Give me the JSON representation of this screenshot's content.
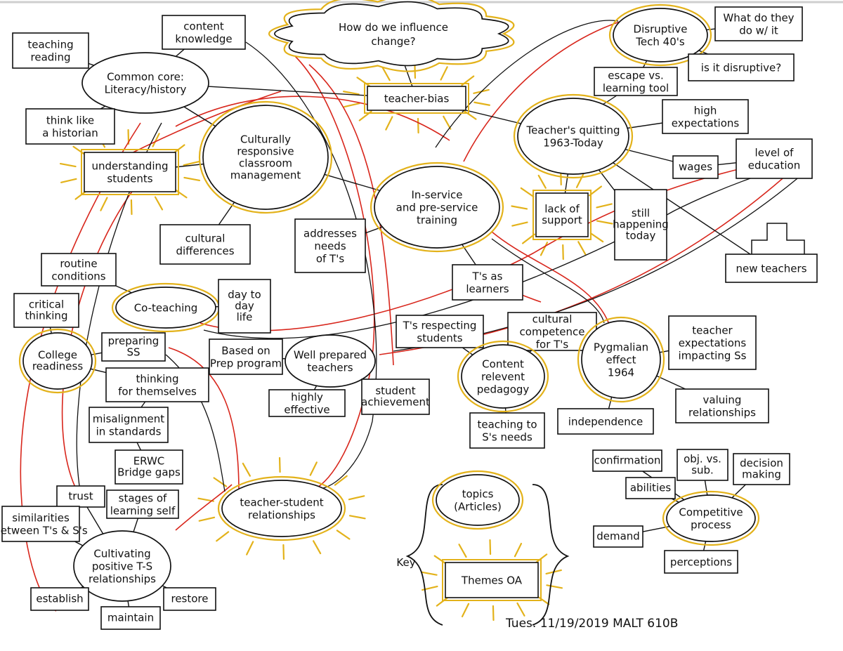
{
  "colors": {
    "ink": "#111111",
    "red": "#d8261c",
    "gold": "#e3b21a"
  },
  "nodes": {
    "center_question": [
      "How do we influence",
      "change?"
    ],
    "teaching_reading": [
      "teaching",
      "reading"
    ],
    "content_knowledge": [
      "content",
      "knowledge"
    ],
    "common_core": [
      "Common core:",
      "Literacy/history"
    ],
    "think_historian": [
      "think like",
      "a historian"
    ],
    "understanding_students": [
      "understanding",
      "students"
    ],
    "culturally_responsive": [
      "Culturally",
      "responsive",
      "classroom",
      "management"
    ],
    "teacher_bias": [
      "teacher-bias"
    ],
    "disruptive_tech": [
      "Disruptive",
      "Tech 40's"
    ],
    "what_do_they_do": [
      "What do they",
      "do w/ it"
    ],
    "escape_vs_learning": [
      "escape vs.",
      "learning tool"
    ],
    "is_it_disruptive": [
      "is it disruptive?"
    ],
    "teachers_quitting": [
      "Teacher's quitting",
      "1963-Today"
    ],
    "high_expectations": [
      "high",
      "expectations"
    ],
    "wages": [
      "wages"
    ],
    "level_of_education": [
      "level of",
      "education"
    ],
    "inservice_training": [
      "In-service",
      "and pre-service",
      "training"
    ],
    "lack_of_support": [
      "lack of",
      "support"
    ],
    "still_happening": [
      "still",
      "happening",
      "today"
    ],
    "new_teachers": [
      "new teachers"
    ],
    "cultural_differences": [
      "cultural",
      "differences"
    ],
    "addresses_needs": [
      "addresses",
      "needs",
      "of T's"
    ],
    "routine_conditions": [
      "routine",
      "conditions"
    ],
    "co_teaching": [
      "Co-teaching"
    ],
    "day_to_day": [
      "day to",
      "day",
      "life"
    ],
    "ts_as_learners": [
      "T's as",
      "learners"
    ],
    "critical_thinking": [
      "critical",
      "thinking"
    ],
    "college_readiness": [
      "College",
      "readiness"
    ],
    "preparing_ss": [
      "preparing",
      "SS"
    ],
    "thinking_for_themselves": [
      "thinking",
      "for themselves"
    ],
    "based_on_prep": [
      "Based on",
      "Prep program"
    ],
    "well_prepared": [
      "Well prepared",
      "teachers"
    ],
    "ts_respecting": [
      "T's respecting",
      "students"
    ],
    "cultural_competence": [
      "cultural",
      "competence",
      "for T's"
    ],
    "content_relevant": [
      "Content",
      "relevent",
      "pedagogy"
    ],
    "pygmalian": [
      "Pygmalian",
      "effect",
      "1964"
    ],
    "teacher_expectations": [
      "teacher",
      "expectations",
      "impacting Ss"
    ],
    "valuing_relationships": [
      "valuing",
      "relationships"
    ],
    "independence": [
      "independence"
    ],
    "misalignment": [
      "misalignment",
      "in standards"
    ],
    "highly_effective": [
      "highly",
      "effective"
    ],
    "student_achievement": [
      "student",
      "achievement"
    ],
    "teaching_to_needs": [
      "teaching to",
      "S's needs"
    ],
    "erwc": [
      "ERWC",
      "Bridge gaps"
    ],
    "trust": [
      "trust"
    ],
    "stages_of_learning": [
      "stages of",
      "learning self"
    ],
    "teacher_student_rel": [
      "teacher-student",
      "relationships"
    ],
    "similarities": [
      "similarities",
      "between T's & S's"
    ],
    "cultivating": [
      "Cultivating",
      "positive T-S",
      "relationships"
    ],
    "establish": [
      "establish"
    ],
    "restore": [
      "restore"
    ],
    "maintain": [
      "maintain"
    ],
    "key_topics": [
      "topics",
      "(Articles)"
    ],
    "key_label": [
      "Key"
    ],
    "key_themes": [
      "Themes OA"
    ],
    "confirmation": [
      "confirmation"
    ],
    "obj_vs_sub": [
      "obj. vs.",
      "sub."
    ],
    "decision_making": [
      "decision",
      "making"
    ],
    "abilities": [
      "abilities"
    ],
    "competitive_process": [
      "Competitive",
      "process"
    ],
    "demand": [
      "demand"
    ],
    "perceptions": [
      "perceptions"
    ]
  },
  "footer": "Tues. 11/19/2019  MALT 610B"
}
